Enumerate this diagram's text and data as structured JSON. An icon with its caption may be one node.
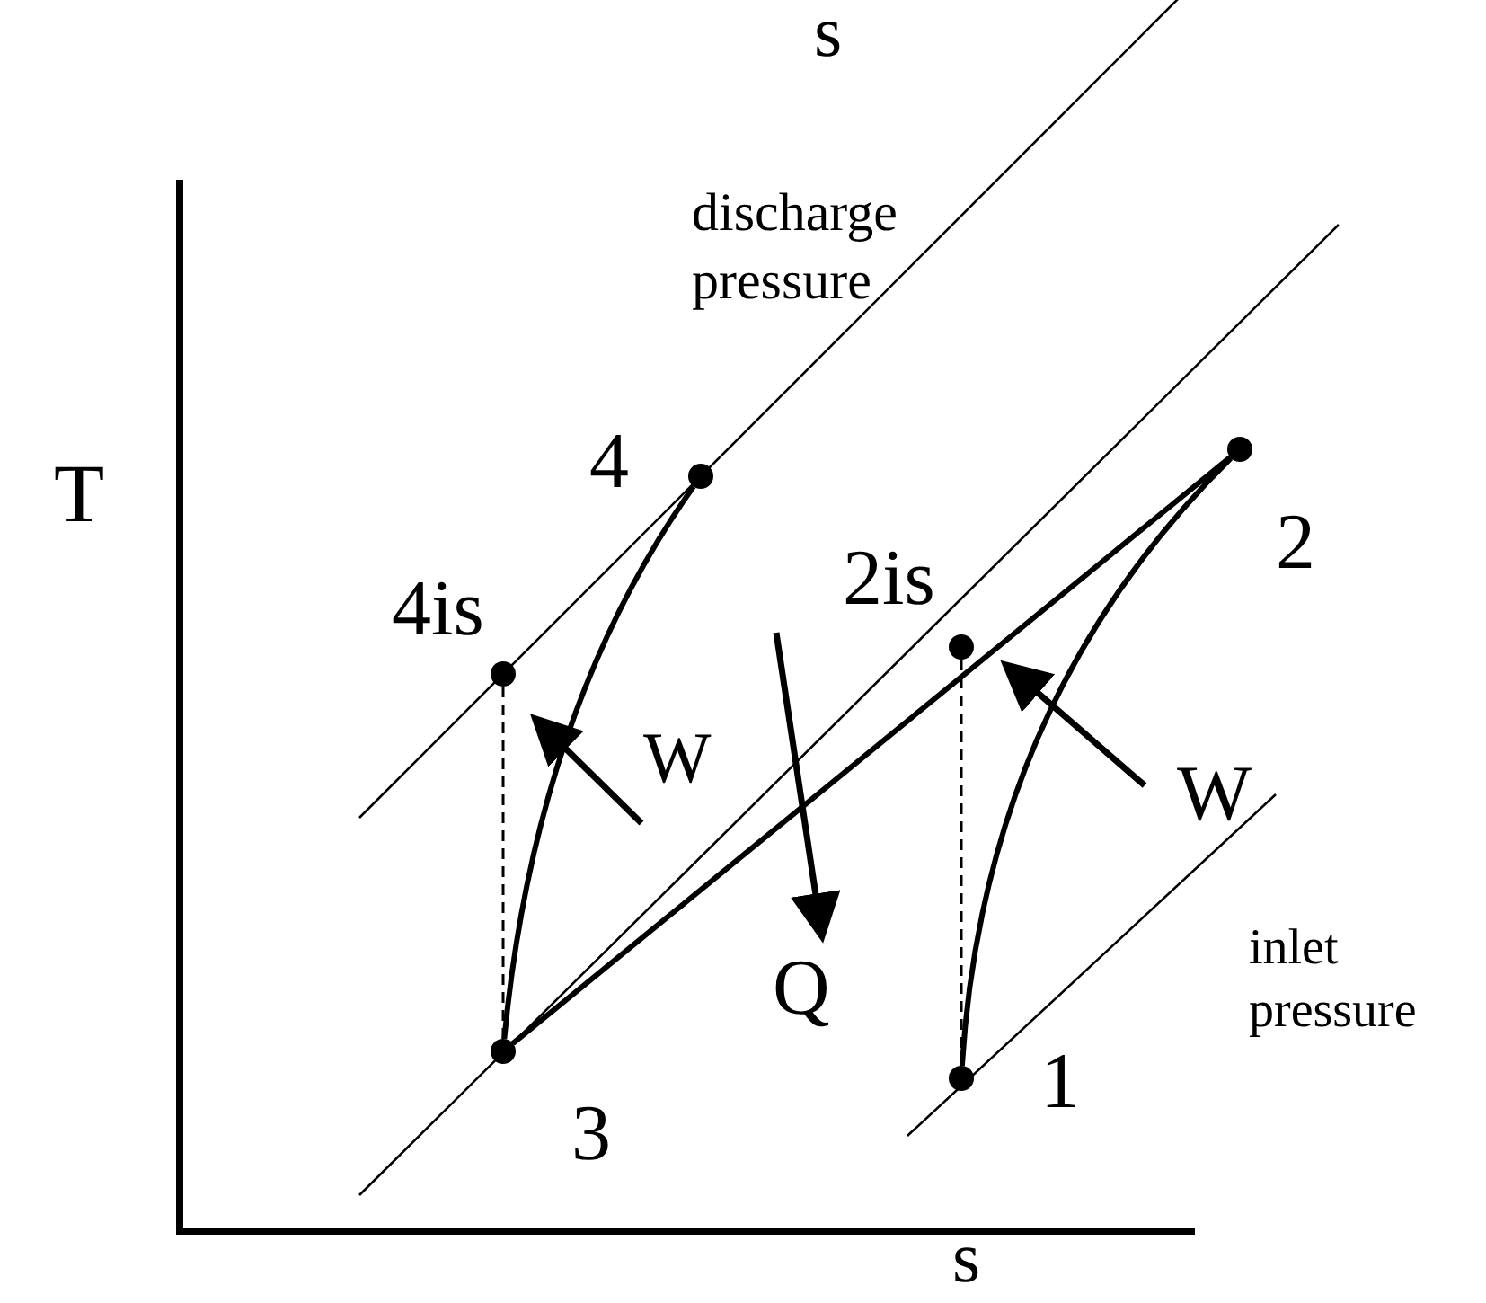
{
  "diagram": {
    "nodes": [
      {
        "text": [],
        "shape": "circle",
        "beside": [
          "4"
        ]
      },
      {
        "text": [],
        "shape": "circle",
        "beside": [
          "2is"
        ]
      },
      {
        "text": [],
        "shape": "circle",
        "beside": [
          "2"
        ]
      },
      {
        "text": [],
        "shape": "circle",
        "beside": [
          "4is"
        ]
      },
      {
        "text": [],
        "shape": "circle",
        "beside": [
          "3"
        ]
      },
      {
        "text": [],
        "shape": "circle",
        "beside": [
          "1"
        ]
      }
    ],
    "edges": [
      {
        "from": 5,
        "to": 2,
        "arrow": "none"
      },
      {
        "from": 2,
        "to": 4,
        "arrow": "none"
      },
      {
        "from": 4,
        "to": 0,
        "arrow": "none"
      },
      {
        "from": 5,
        "to": 1,
        "arrow": "none",
        "style": "dashed"
      },
      {
        "from": 4,
        "to": 3,
        "arrow": "none",
        "style": "dashed"
      }
    ],
    "labels": [
      "s",
      "discharge pressure",
      "T",
      "W",
      "W",
      "Q",
      "inlet pressure",
      "s"
    ]
  }
}
